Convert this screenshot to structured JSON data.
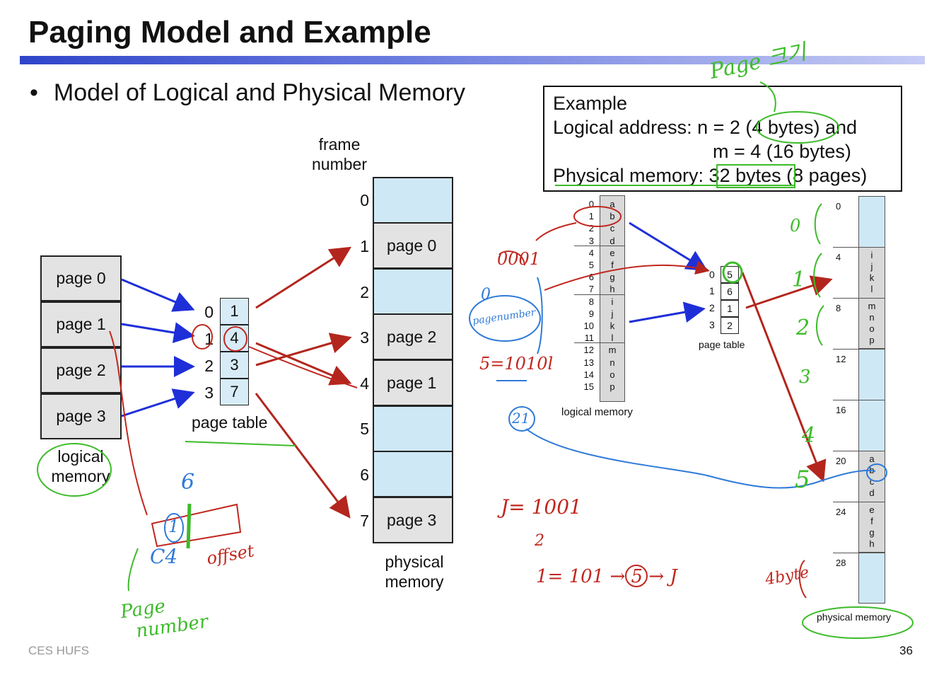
{
  "slide": {
    "title": "Paging Model and Example",
    "bullet": "Model of Logical and  Physical Memory",
    "footer_left": "CES HUFS",
    "page_number": "36"
  },
  "example_box": {
    "heading": "Example",
    "line1": "Logical address:  n = 2 (4 bytes) and",
    "line2": "m = 4 (16 bytes)",
    "line3": "Physical memory: 32 bytes (8 pages)"
  },
  "left_diagram": {
    "logical_pages": [
      "page 0",
      "page 1",
      "page 2",
      "page 3"
    ],
    "logical_label_1": "logical",
    "logical_label_2": "memory",
    "page_table_index": [
      "0",
      "1",
      "2",
      "3"
    ],
    "page_table_frames": [
      "1",
      "4",
      "3",
      "7"
    ],
    "page_table_label": "page table",
    "frame_label_1": "frame",
    "frame_label_2": "number",
    "frame_numbers": [
      "0",
      "1",
      "2",
      "3",
      "4",
      "5",
      "6",
      "7"
    ],
    "frames": [
      "",
      "page 0",
      "",
      "page 2",
      "page 1",
      "",
      "",
      "page 3"
    ],
    "physical_label_1": "physical",
    "physical_label_2": "memory"
  },
  "right_diagram": {
    "logical_addresses": [
      "0",
      "1",
      "2",
      "3",
      "4",
      "5",
      "6",
      "7",
      "8",
      "9",
      "10",
      "11",
      "12",
      "13",
      "14",
      "15"
    ],
    "logical_letters": [
      "a",
      "b",
      "c",
      "d",
      "e",
      "f",
      "g",
      "h",
      "i",
      "j",
      "k",
      "l",
      "m",
      "n",
      "o",
      "p"
    ],
    "logical_label": "logical memory",
    "page_table_index": [
      "0",
      "1",
      "2",
      "3"
    ],
    "page_table_frames": [
      "5",
      "6",
      "1",
      "2"
    ],
    "page_table_label": "page table",
    "physical_ticks": [
      "0",
      "4",
      "8",
      "12",
      "16",
      "20",
      "24",
      "28"
    ],
    "physical_letters": {
      "frame1": [
        "i",
        "j",
        "k",
        "l"
      ],
      "frame2": [
        "m",
        "n",
        "o",
        "p"
      ],
      "frame5": [
        "a",
        "b",
        "c",
        "d"
      ],
      "frame6": [
        "e",
        "f",
        "g",
        "h"
      ]
    },
    "physical_label": "physical memory"
  },
  "annotations": {
    "page_note": "Page 크기",
    "binary_0001": "0001",
    "zero": "0",
    "pagenumber": "pagenumber",
    "five_bin": "5=1010l",
    "twentyone": "21",
    "frame_digits": [
      "0",
      "1",
      "2",
      "3",
      "4",
      "5"
    ],
    "j_line": "J= 1001",
    "two": "2",
    "one_line": "1= 101 → 5 → J",
    "fourbyte": "4byte",
    "offset": "offset",
    "six": "6",
    "one_circled": "1",
    "four_bottom": "C4",
    "page_number_note_1": "Page",
    "page_number_note_2": "number"
  },
  "colors": {
    "accent_blue": "#2f45c9",
    "arrow_blue": "#1f2fd8",
    "arrow_red": "#b3261e",
    "hand_green": "#3dbb2a",
    "hand_blue": "#2f7ad8",
    "frame_blue": "#cfe8f6",
    "page_gray": "#e3e3e3"
  }
}
